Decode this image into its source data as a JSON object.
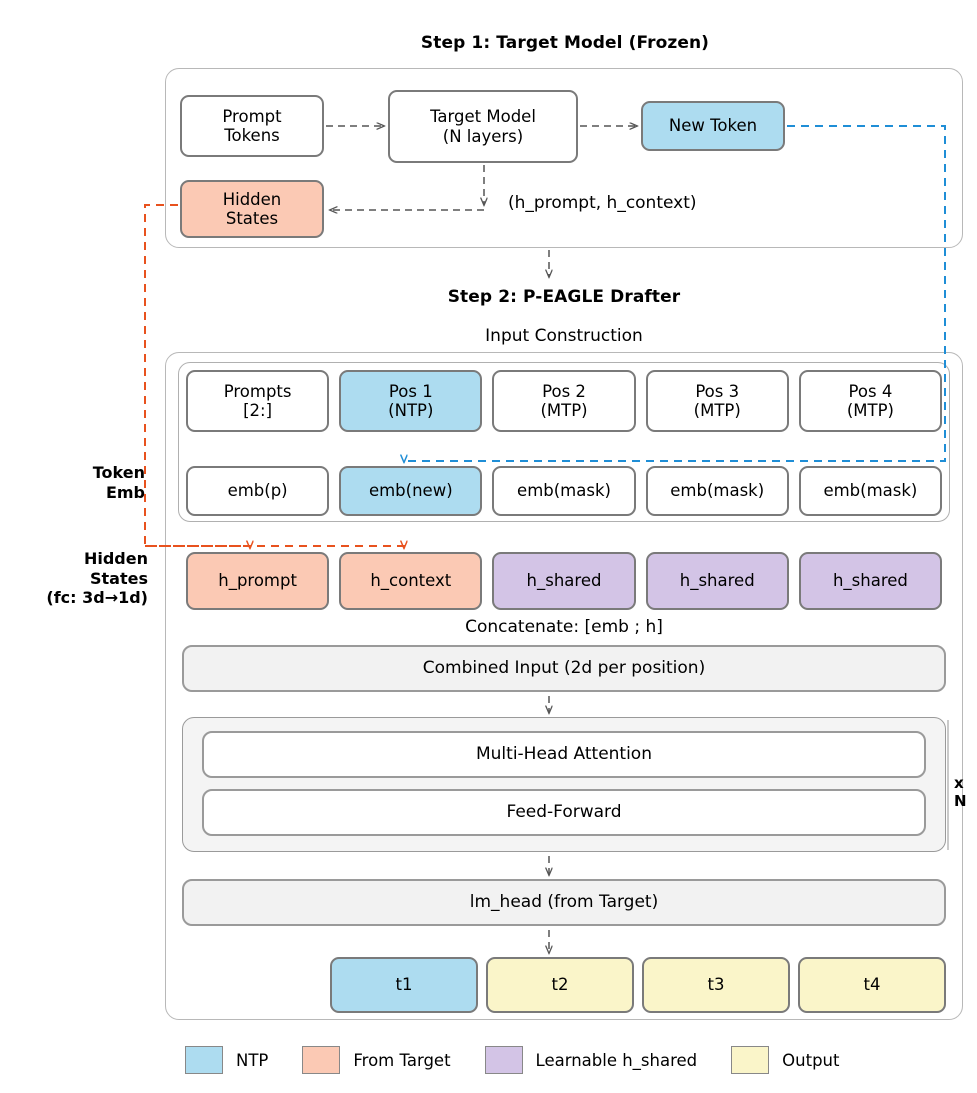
{
  "diagram": {
    "step1": {
      "title": "Step 1: Target Model (Frozen)",
      "nodes": {
        "prompt_tokens": [
          "Prompt",
          "Tokens"
        ],
        "target_model": [
          "Target Model",
          "(N layers)"
        ],
        "new_token": [
          "New Token"
        ],
        "hidden_states": [
          "Hidden",
          "States"
        ]
      },
      "annotation": "(h_prompt, h_context)"
    },
    "step2": {
      "title": "Step 2: P-EAGLE Drafter",
      "subtitle": "Input Construction",
      "row_positions": [
        {
          "lines": [
            "Prompts",
            "[2:]"
          ],
          "fill": "white"
        },
        {
          "lines": [
            "Pos 1",
            "(NTP)"
          ],
          "fill": "ntp"
        },
        {
          "lines": [
            "Pos 2",
            "(MTP)"
          ],
          "fill": "white"
        },
        {
          "lines": [
            "Pos 3",
            "(MTP)"
          ],
          "fill": "white"
        },
        {
          "lines": [
            "Pos 4",
            "(MTP)"
          ],
          "fill": "white"
        }
      ],
      "row_embeddings": [
        {
          "lines": [
            "emb(p)"
          ],
          "fill": "white"
        },
        {
          "lines": [
            "emb(new)"
          ],
          "fill": "ntp"
        },
        {
          "lines": [
            "emb(mask)"
          ],
          "fill": "white"
        },
        {
          "lines": [
            "emb(mask)"
          ],
          "fill": "white"
        },
        {
          "lines": [
            "emb(mask)"
          ],
          "fill": "white"
        }
      ],
      "row_hidden": [
        {
          "lines": [
            "h_prompt"
          ],
          "fill": "target"
        },
        {
          "lines": [
            "h_context"
          ],
          "fill": "target"
        },
        {
          "lines": [
            "h_shared"
          ],
          "fill": "shared"
        },
        {
          "lines": [
            "h_shared"
          ],
          "fill": "shared"
        },
        {
          "lines": [
            "h_shared"
          ],
          "fill": "shared"
        }
      ],
      "row_outputs": [
        {
          "lines": [
            "t1"
          ],
          "fill": "ntp"
        },
        {
          "lines": [
            "t2"
          ],
          "fill": "output"
        },
        {
          "lines": [
            "t3"
          ],
          "fill": "output"
        },
        {
          "lines": [
            "t4"
          ],
          "fill": "output"
        }
      ],
      "side_labels": {
        "token_emb": [
          "Token",
          "Emb"
        ],
        "hidden_states": [
          "Hidden",
          "States",
          "(fc: 3d→1d)"
        ]
      },
      "concatenate_label": "Concatenate: [emb ; h]",
      "combined_input": "Combined Input (2d per position)",
      "attention": "Multi-Head Attention",
      "feed_forward": "Feed-Forward",
      "repeat_label": "x N",
      "lm_head": "lm_head (from Target)"
    },
    "legend": [
      {
        "label": "NTP",
        "color": "#ADDCF0"
      },
      {
        "label": "From Target",
        "color": "#FBC9B4"
      },
      {
        "label": "Learnable h_shared",
        "color": "#D3C4E6"
      },
      {
        "label": "Output",
        "color": "#FAF5C9"
      }
    ],
    "colors": {
      "ntp": "#ADDCF0",
      "from_target": "#FBC9B4",
      "learnable_h_shared": "#D3C4E6",
      "output": "#FAF5C9",
      "ntp_flow_arrow": "#1f8ed6",
      "hidden_flow_arrow": "#e8521e",
      "node_border": "#7a7a7a",
      "panel_border": "#b0b0b0"
    }
  }
}
